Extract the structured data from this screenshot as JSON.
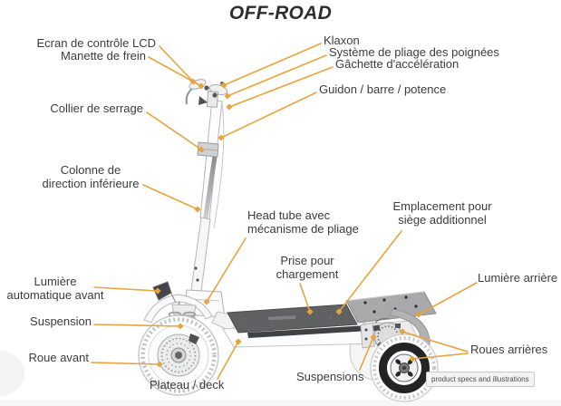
{
  "title": "OFF-ROAD",
  "colors": {
    "leader": "#E8A43C",
    "label": "#3C3C3C",
    "title": "#2E2E30"
  },
  "labels": {
    "lcd_screen": "Ecran de contrôle LCD",
    "brake_lever": "Manette de frein",
    "horn": "Klaxon",
    "handle_folding": "Système de pliage des poignées",
    "throttle": "Gâchette d'accélération",
    "handlebar": "Guidon / barre / potence",
    "clamp_collar": "Collier de serrage",
    "lower_steering_column": "Colonne de\ndirection inférieure",
    "head_tube": "Head tube avec\nmécanisme de pliage",
    "charging_port": "Prise pour\nchargement",
    "seat_mount": "Emplacement pour\nsiège additionnel",
    "rear_light": "Lumière arrière",
    "front_light": "Lumière\nautomatique avant",
    "front_suspension": "Suspension",
    "front_wheel": "Roue avant",
    "deck": "Plateau / deck",
    "rear_suspensions": "Suspensions",
    "rear_wheels": "Roues arrières"
  },
  "watermark": "product specs and illustrations"
}
